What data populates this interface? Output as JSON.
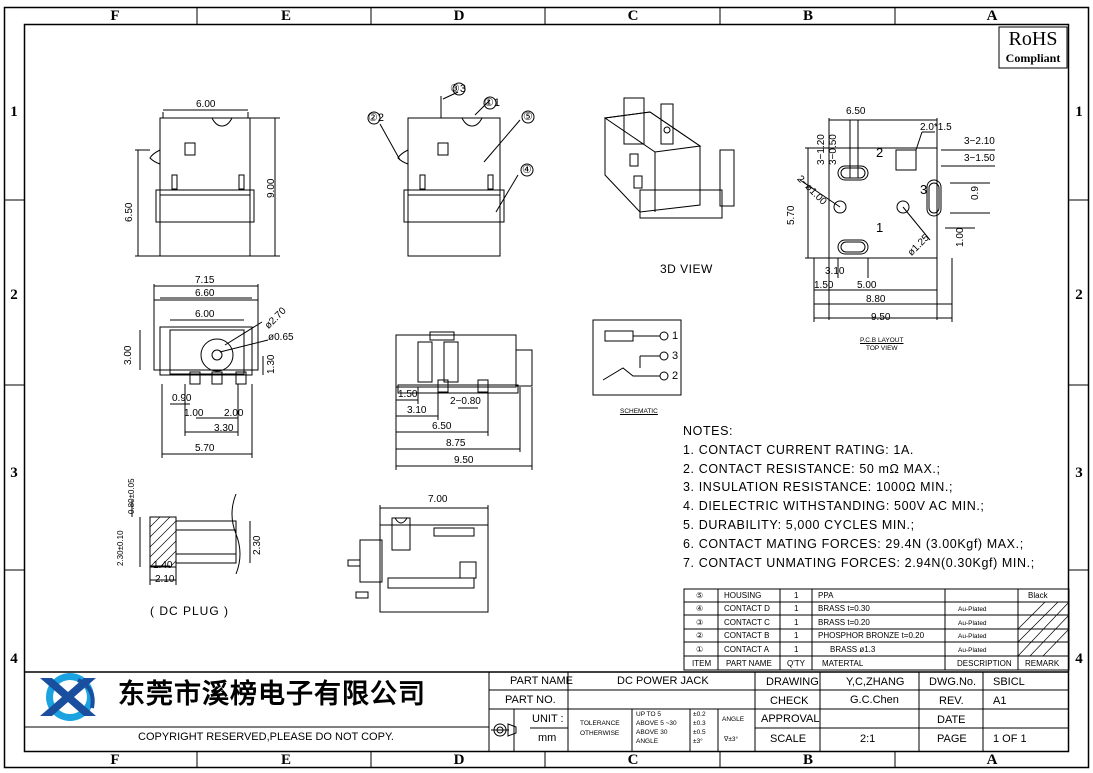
{
  "grid": {
    "columns": [
      "F",
      "E",
      "D",
      "C",
      "B",
      "A"
    ],
    "rows": [
      "1",
      "2",
      "3",
      "4"
    ]
  },
  "rohs": {
    "main": "RoHS",
    "sub": "Compliant"
  },
  "views": {
    "top_dims": {
      "w600": "6.00",
      "h650": "6.50",
      "h900": "9.00"
    },
    "side_labels": {
      "c3": "③3",
      "c1": "①1",
      "c2": "②2",
      "c5": "⑤",
      "c4": "④"
    },
    "threed": "3D VIEW",
    "front_dims": {
      "d715": "7.15",
      "d660": "6.60",
      "d600": "6.00",
      "d270": "ø2.70",
      "d065": "ø0.65",
      "d300": "3.00",
      "d130": "1.30",
      "d090": "0.90",
      "d100": "1.00",
      "d200": "2.00",
      "d330": "3.30",
      "d570": "5.70"
    },
    "bottom_dims": {
      "d150": "1.50",
      "d310": "3.10",
      "d2080": "2−0.80",
      "d650": "6.50",
      "d875": "8.75",
      "d950": "9.50"
    },
    "schematic": {
      "p1": "1",
      "p3": "3",
      "p2": "2",
      "caption": "SCHEMATIC"
    },
    "pcb": {
      "d650": "6.50",
      "d20x15": "2.0*1.5",
      "d120": "3−1.20",
      "d050": "3−0.50",
      "d210": "3−2.10",
      "d3150": "3−1.50",
      "n2": "2",
      "n3": "3",
      "n1": "1",
      "d100dia": "2−ø1.00",
      "d09": "0.9",
      "d570": "5.70",
      "d125": "ø1.25",
      "d1v": "1.00",
      "d310": "3.10",
      "d150": "1.50",
      "d500": "5.00",
      "d880": "8.80",
      "d950": "9.50",
      "caption1": "P.C.B LAYOUT",
      "caption2": "TOP VIEW"
    },
    "plug": {
      "d08": "0.80±0.05",
      "d23": "2.30±0.10",
      "d140": "1.40",
      "d210": "2.10",
      "d230": "2.30",
      "caption": "( DC  PLUG )"
    },
    "side2": {
      "d700": "7.00"
    }
  },
  "notes": {
    "title": "NOTES:",
    "items": [
      "1. CONTACT CURRENT RATING: 1A.",
      "2. CONTACT RESISTANCE: 50 mΩ MAX.;",
      "3. INSULATION RESISTANCE: 1000Ω MIN.;",
      "4. DIELECTRIC WITHSTANDING: 500V AC MIN.;",
      "5. DURABILITY: 5,000 CYCLES MIN.;",
      "6. CONTACT MATING FORCES: 29.4N (3.00Kgf) MAX.;",
      "7. CONTACT UNMATING FORCES: 2.94N(0.30Kgf) MIN.;"
    ]
  },
  "bom": {
    "rows": [
      {
        "id": "⑤",
        "part": "HOUSING",
        "qty": "1",
        "mat": "PPA",
        "desc": "",
        "rem": "Black"
      },
      {
        "id": "④",
        "part": "CONTACT D",
        "qty": "1",
        "mat": "BRASS     t=0.30",
        "desc": "Au-Plated",
        "rem": ""
      },
      {
        "id": "③",
        "part": "CONTACT C",
        "qty": "1",
        "mat": "BRASS     t=0.20",
        "desc": "Au-Plated",
        "rem": ""
      },
      {
        "id": "②",
        "part": "CONTACT B",
        "qty": "1",
        "mat": "PHOSPHOR BRONZE  t=0.20",
        "desc": "Au-Plated",
        "rem": ""
      },
      {
        "id": "①",
        "part": "CONTACT A",
        "qty": "1",
        "mat": "BRASS ø1.3",
        "desc": "Au-Plated",
        "rem": ""
      }
    ],
    "header": {
      "id": "ITEM",
      "part": "PART NAME",
      "qty": "Q'TY",
      "mat": "MATERTAL",
      "desc": "DESCRIPTION",
      "rem": "REMARK"
    }
  },
  "title_block": {
    "company": "东莞市溪榜电子有限公司",
    "copyright": "COPYRIGHT RESERVED,PLEASE DO NOT COPY.",
    "part_name_label": "PART NAME",
    "part_name": "DC POWER JACK",
    "part_no_label": "PART NO.",
    "part_no": "",
    "unit_label": "UNIT :",
    "unit": "mm",
    "tol_label1": "TOLERANCE",
    "tol_label2": "OTHERWISE",
    "tol_r1": "UP TO 5",
    "tol_r2": "ABOVE 5 ~30",
    "tol_r3": "ABOVE 30",
    "tol_r4": "ANGLE",
    "tol_v1": "±0.2",
    "tol_v2": "±0.3",
    "tol_v3": "±0.5",
    "tol_v4": "±3°",
    "angle_label": "ANGLE",
    "angle_val": "∇±3°",
    "drawing_label": "DRAWING",
    "drawing": "Y,C,ZHANG",
    "check_label": "CHECK",
    "check": "G.C.Chen",
    "approval_label": "APPROVAL",
    "approval": "",
    "scale_label": "SCALE",
    "scale": "2:1",
    "dwg_label": "DWG.No.",
    "dwg": "SBICL",
    "rev_label": "REV.",
    "rev": "A1",
    "date_label": "DATE",
    "date": "",
    "page_label": "PAGE",
    "page": "1 OF 1"
  },
  "colors": {
    "brand_blue": "#1a4fa0",
    "brand_cyan": "#1aa3e0",
    "line": "#000000"
  }
}
